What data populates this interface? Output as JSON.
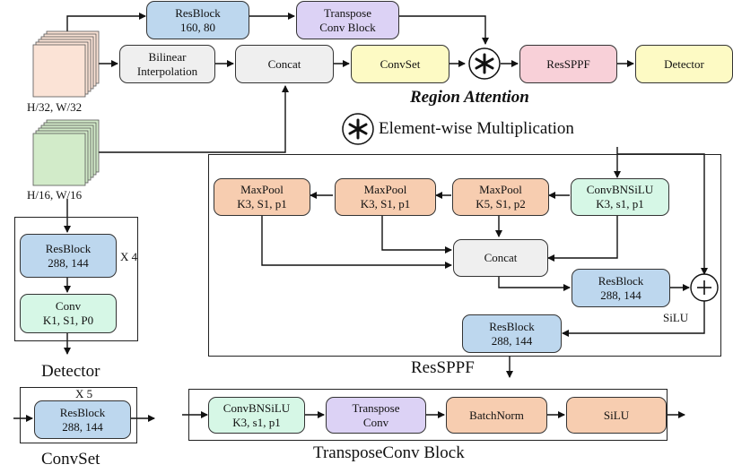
{
  "top": {
    "resblock1": {
      "line1": "ResBlock",
      "line2": "160, 80"
    },
    "transpose": {
      "line1": "Transpose",
      "line2": "Conv Block"
    },
    "bilinear": {
      "line1": "Bilinear",
      "line2": "Interpolation"
    },
    "concat": "Concat",
    "convset": "ConvSet",
    "ressppf": "ResSPPF",
    "detector": "Detector",
    "region_attention": "Region Attention",
    "input1_label": "H/32, W/32",
    "input2_label": "H/16, W/16"
  },
  "legend": {
    "element_wise": "Element-wise Multiplication"
  },
  "detector_block": {
    "resblock": {
      "line1": "ResBlock",
      "line2": "288, 144"
    },
    "repeat": "X 4",
    "conv": {
      "line1": "Conv",
      "line2": "K1, S1, P0"
    },
    "title": "Detector"
  },
  "convset_block": {
    "repeat": "X 5",
    "resblock": {
      "line1": "ResBlock",
      "line2": "288, 144"
    },
    "title": "ConvSet"
  },
  "ressppf_block": {
    "maxpool1": {
      "line1": "MaxPool",
      "line2": "K3, S1, p1"
    },
    "maxpool2": {
      "line1": "MaxPool",
      "line2": "K3, S1, p1"
    },
    "maxpool3": {
      "line1": "MaxPool",
      "line2": "K5, S1, p2"
    },
    "convbn": {
      "line1": "ConvBNSiLU",
      "line2": "K3, s1, p1"
    },
    "concat": "Concat",
    "resblock_a": {
      "line1": "ResBlock",
      "line2": "288, 144"
    },
    "resblock_b": {
      "line1": "ResBlock",
      "line2": "288, 144"
    },
    "silu": "SiLU",
    "title": "ResSPPF"
  },
  "transposeconv_block": {
    "convbn": {
      "line1": "ConvBNSiLU",
      "line2": "K3, s1, p1"
    },
    "transpose": {
      "line1": "Transpose",
      "line2": "Conv"
    },
    "batchnorm": "BatchNorm",
    "silu": "SiLU",
    "title": "TransposeConv Block"
  }
}
